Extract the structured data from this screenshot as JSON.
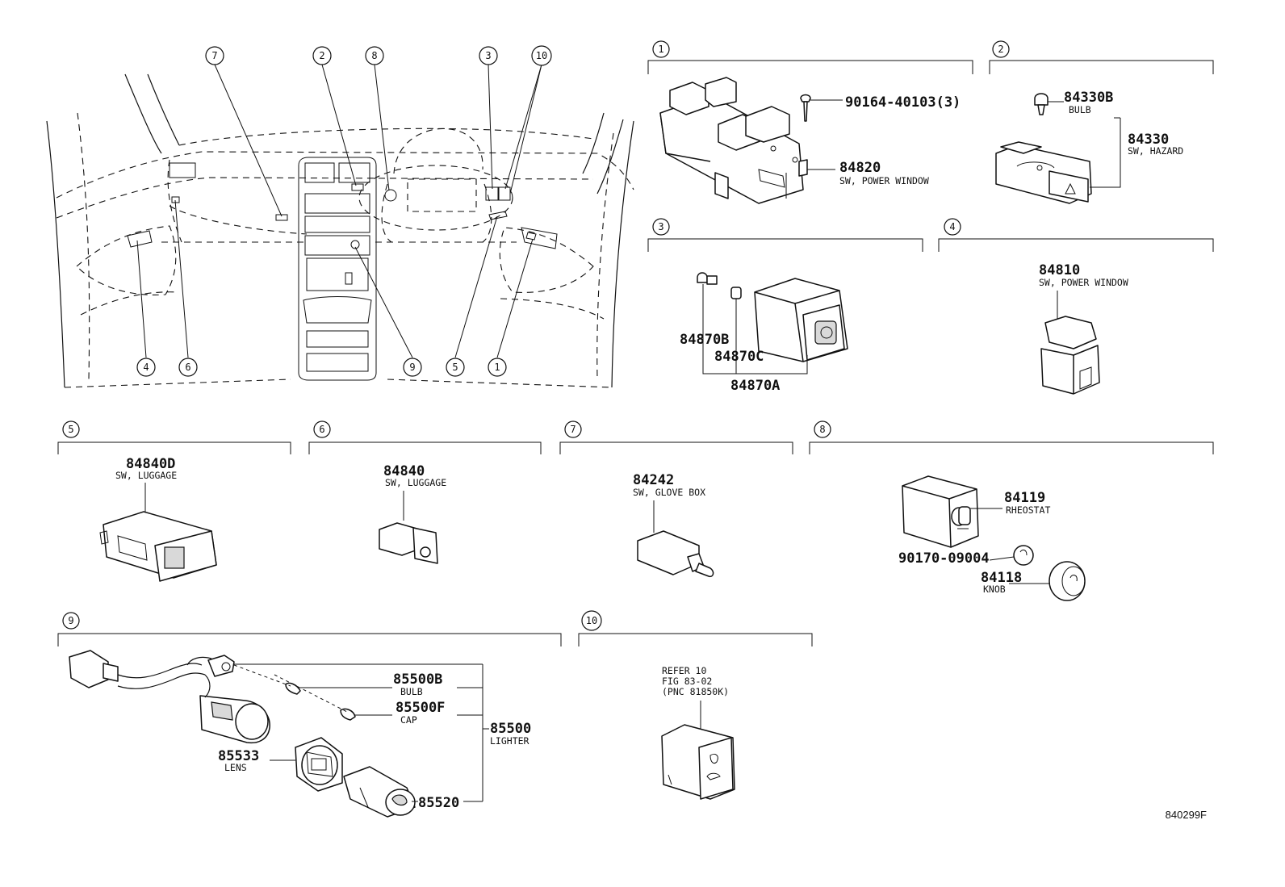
{
  "callouts": [
    "1",
    "2",
    "3",
    "4",
    "5",
    "6",
    "7",
    "8",
    "9",
    "10"
  ],
  "sections": {
    "s1": {
      "num": "1",
      "parts": [
        {
          "pn": "90164-40103(3)",
          "desc": ""
        },
        {
          "pn": "84820",
          "desc": "SW, POWER WINDOW"
        }
      ]
    },
    "s2": {
      "num": "2",
      "parts": [
        {
          "pn": "84330B",
          "desc": "BULB"
        },
        {
          "pn": "84330",
          "desc": "SW, HAZARD"
        }
      ]
    },
    "s3": {
      "num": "3",
      "parts": [
        {
          "pn": "84870B",
          "desc": ""
        },
        {
          "pn": "84870C",
          "desc": ""
        },
        {
          "pn": "84870A",
          "desc": ""
        }
      ]
    },
    "s4": {
      "num": "4",
      "parts": [
        {
          "pn": "84810",
          "desc": "SW, POWER WINDOW"
        }
      ]
    },
    "s5": {
      "num": "5",
      "parts": [
        {
          "pn": "84840D",
          "desc": "SW, LUGGAGE"
        }
      ]
    },
    "s6": {
      "num": "6",
      "parts": [
        {
          "pn": "84840",
          "desc": "SW, LUGGAGE"
        }
      ]
    },
    "s7": {
      "num": "7",
      "parts": [
        {
          "pn": "84242",
          "desc": "SW, GLOVE BOX"
        }
      ]
    },
    "s8": {
      "num": "8",
      "parts": [
        {
          "pn": "84119",
          "desc": "RHEOSTAT"
        },
        {
          "pn": "90170-09004",
          "desc": ""
        },
        {
          "pn": "84118",
          "desc": "KNOB"
        }
      ]
    },
    "s9": {
      "num": "9",
      "parts": [
        {
          "pn": "85500B",
          "desc": "BULB"
        },
        {
          "pn": "85500F",
          "desc": "CAP"
        },
        {
          "pn": "85500",
          "desc": "LIGHTER"
        },
        {
          "pn": "85533",
          "desc": "LENS"
        },
        {
          "pn": "85520",
          "desc": ""
        }
      ]
    },
    "s10": {
      "num": "10",
      "refer": [
        "REFER 10",
        "FIG 83-02",
        "(PNC 81850K)"
      ]
    }
  },
  "figure_id": "840299F"
}
